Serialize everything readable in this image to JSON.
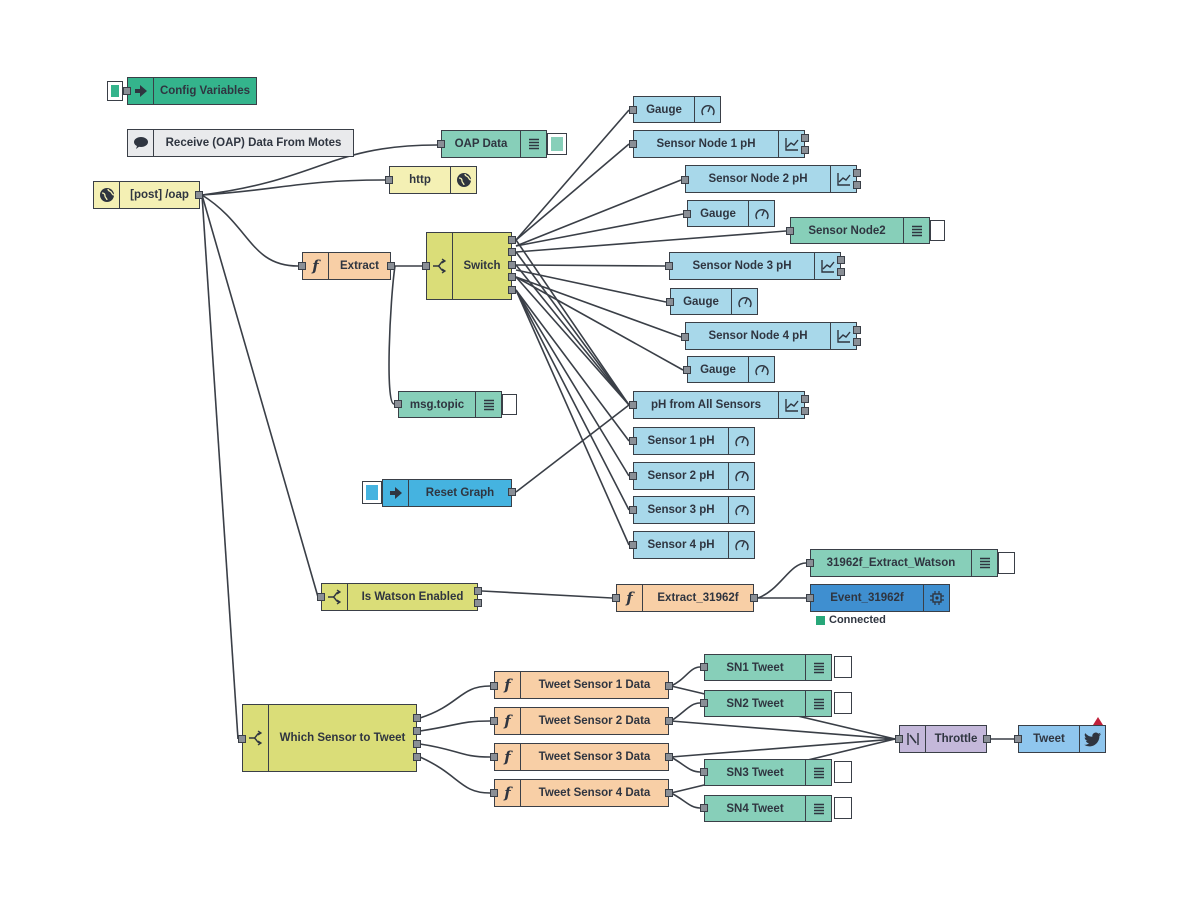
{
  "colors": {
    "ui_dashboard": "#a8d8ea",
    "debug": "#87cfb9",
    "function": "#f8cfa6",
    "switch": "#dadd78",
    "http": "#f4f0b4",
    "inject_green": "#34b48c",
    "inject_blue": "#45b3e0",
    "watson": "#3f8fd0",
    "throttle": "#c4b8da",
    "twitter": "#8fc6ee",
    "comment": "#e9eaec",
    "status_connected": "#27a779"
  },
  "nodes": {
    "config_variables": {
      "label": "Config Variables",
      "icon": "arrow-right-icon"
    },
    "comment": {
      "label": "Receive (OAP) Data From Motes",
      "icon": "speech-bubble-icon"
    },
    "oap_data": {
      "label": "OAP Data",
      "icon": "list-icon"
    },
    "http_response": {
      "label": "http",
      "icon": "globe-icon"
    },
    "http_in": {
      "label": "[post] /oap",
      "icon": "globe-icon"
    },
    "extract": {
      "label": "Extract",
      "icon": "function-icon"
    },
    "switch": {
      "label": "Switch",
      "icon": "switch-icon"
    },
    "msg_topic": {
      "label": "msg.topic",
      "icon": "list-icon"
    },
    "reset_graph": {
      "label": "Reset Graph",
      "icon": "arrow-right-icon"
    },
    "gauge_a": {
      "label": "Gauge",
      "icon": "gauge-icon"
    },
    "sensor_node_1_ph": {
      "label": "Sensor Node 1 pH",
      "icon": "chart-icon"
    },
    "sensor_node_2_ph": {
      "label": "Sensor Node 2 pH",
      "icon": "chart-icon"
    },
    "gauge_b": {
      "label": "Gauge",
      "icon": "gauge-icon"
    },
    "sensor_node2": {
      "label": "Sensor Node2",
      "icon": "list-icon"
    },
    "sensor_node_3_ph": {
      "label": "Sensor Node 3 pH",
      "icon": "chart-icon"
    },
    "gauge_c": {
      "label": "Gauge",
      "icon": "gauge-icon"
    },
    "sensor_node_4_ph": {
      "label": "Sensor Node 4 pH",
      "icon": "chart-icon"
    },
    "gauge_d": {
      "label": "Gauge",
      "icon": "gauge-icon"
    },
    "ph_all": {
      "label": "pH from All Sensors",
      "icon": "chart-icon"
    },
    "sensor_1_ph": {
      "label": "Sensor 1 pH",
      "icon": "gauge-icon"
    },
    "sensor_2_ph": {
      "label": "Sensor 2 pH",
      "icon": "gauge-icon"
    },
    "sensor_3_ph": {
      "label": "Sensor 3 pH",
      "icon": "gauge-icon"
    },
    "sensor_4_ph": {
      "label": "Sensor 4 pH",
      "icon": "gauge-icon"
    },
    "is_watson": {
      "label": "Is Watson Enabled",
      "icon": "switch-icon"
    },
    "extract_31962f": {
      "label": "Extract_31962f",
      "icon": "function-icon"
    },
    "extract_watson": {
      "label": "31962f_Extract_Watson",
      "icon": "list-icon"
    },
    "event_31962f": {
      "label": "Event_31962f",
      "icon": "iot-chip-icon"
    },
    "which_sensor": {
      "label": "Which Sensor to Tweet",
      "icon": "switch-icon"
    },
    "tweet_1_data": {
      "label": "Tweet Sensor 1 Data",
      "icon": "function-icon"
    },
    "tweet_2_data": {
      "label": "Tweet Sensor 2 Data",
      "icon": "function-icon"
    },
    "tweet_3_data": {
      "label": "Tweet Sensor 3 Data",
      "icon": "function-icon"
    },
    "tweet_4_data": {
      "label": "Tweet Sensor 4 Data",
      "icon": "function-icon"
    },
    "sn1_tweet": {
      "label": "SN1 Tweet",
      "icon": "list-icon"
    },
    "sn2_tweet": {
      "label": "SN2 Tweet",
      "icon": "list-icon"
    },
    "sn3_tweet": {
      "label": "SN3 Tweet",
      "icon": "list-icon"
    },
    "sn4_tweet": {
      "label": "SN4 Tweet",
      "icon": "list-icon"
    },
    "throttle": {
      "label": "Throttle",
      "icon": "throttle-icon"
    },
    "tweet": {
      "label": "Tweet",
      "icon": "twitter-bird-icon"
    }
  },
  "event_status": {
    "text": "Connected"
  }
}
